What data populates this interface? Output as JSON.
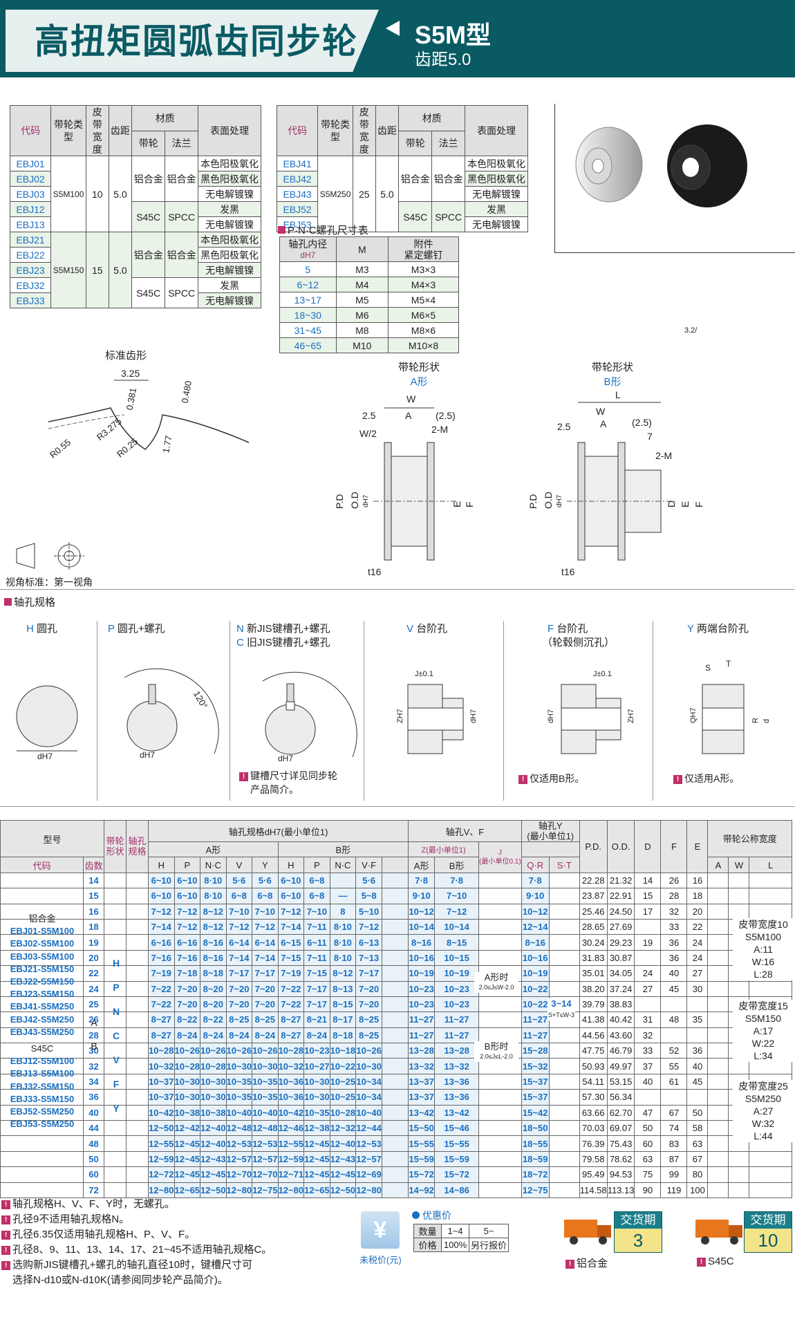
{
  "header": {
    "title": "高扭矩圆弧齿同步轮",
    "model": "S5M型",
    "pitch": "齿距5.0"
  },
  "spec1": {
    "headers": [
      "代码",
      "带轮类型",
      "皮带宽度",
      "齿距",
      "材质",
      "带轮",
      "法兰",
      "表面处理"
    ],
    "rows": [
      {
        "code": "EBJ01",
        "type": "",
        "width": "",
        "pitch": "",
        "mat": "",
        "flange": "",
        "surface": "本色阳极氧化"
      },
      {
        "code": "EBJ02",
        "type": "",
        "width": "",
        "pitch": "",
        "mat": "铝合金",
        "flange": "铝合金",
        "surface": "黑色阳极氧化"
      },
      {
        "code": "EBJ03",
        "type": "S5M100",
        "width": "10",
        "pitch": "5.0",
        "mat": "",
        "flange": "",
        "surface": "无电解镀镍"
      },
      {
        "code": "EBJ12",
        "type": "",
        "width": "",
        "pitch": "",
        "mat": "S45C",
        "flange": "SPCC",
        "surface": "发黑"
      },
      {
        "code": "EBJ13",
        "type": "",
        "width": "",
        "pitch": "",
        "mat": "",
        "flange": "",
        "surface": "无电解镀镍"
      },
      {
        "code": "EBJ21",
        "type": "",
        "width": "",
        "pitch": "",
        "mat": "",
        "flange": "",
        "surface": "本色阳极氧化"
      },
      {
        "code": "EBJ22",
        "type": "",
        "width": "",
        "pitch": "",
        "mat": "铝合金",
        "flange": "铝合金",
        "surface": "黑色阳极氧化"
      },
      {
        "code": "EBJ23",
        "type": "S5M150",
        "width": "15",
        "pitch": "5.0",
        "mat": "",
        "flange": "",
        "surface": "无电解镀镍"
      },
      {
        "code": "EBJ32",
        "type": "",
        "width": "",
        "pitch": "",
        "mat": "S45C",
        "flange": "SPCC",
        "surface": "发黑"
      },
      {
        "code": "EBJ33",
        "type": "",
        "width": "",
        "pitch": "",
        "mat": "",
        "flange": "",
        "surface": "无电解镀镍"
      }
    ]
  },
  "spec2": {
    "rows": [
      {
        "code": "EBJ41",
        "surface": "本色阳极氧化"
      },
      {
        "code": "EBJ42",
        "mat": "铝合金",
        "flange": "铝合金",
        "surface": "黑色阳极氧化"
      },
      {
        "code": "EBJ43",
        "type": "S5M250",
        "width": "25",
        "pitch": "5.0",
        "surface": "无电解镀镍"
      },
      {
        "code": "EBJ52",
        "mat": "S45C",
        "flange": "SPCC",
        "surface": "发黑"
      },
      {
        "code": "EBJ53",
        "surface": "无电解镀镍"
      }
    ]
  },
  "pnc": {
    "title": "P·N·C螺孔尺寸表",
    "headers": [
      "轴孔内径",
      "dH7",
      "M",
      "附件",
      "紧定螺钉"
    ],
    "rows": [
      [
        "5",
        "M3",
        "M3×3"
      ],
      [
        "6~12",
        "M4",
        "M4×3"
      ],
      [
        "13~17",
        "M5",
        "M5×4"
      ],
      [
        "18~30",
        "M6",
        "M6×5"
      ],
      [
        "31~45",
        "M8",
        "M8×6"
      ],
      [
        "46~65",
        "M10",
        "M10×8"
      ]
    ]
  },
  "drawings": {
    "tooth_title": "标准齿形",
    "tooth_dims": [
      "3.25",
      "0.381",
      "0.480",
      "R0.55",
      "R3.275",
      "R0.25",
      "1.77"
    ],
    "a_title1": "带轮形状",
    "a_title2": "A形",
    "b_title1": "带轮形状",
    "b_title2": "B形",
    "view_std": "视角标准：第一视角",
    "roughness": "3.2/",
    "labels": {
      "W": "W",
      "A": "A",
      "L": "L",
      "p25": "(2.5)",
      "v25": "2.5",
      "W2": "W/2",
      "twoM": "2-M",
      "seven": "7",
      "PD": "P.D",
      "OD": "O.D",
      "E": "E",
      "F": "F",
      "D": "D",
      "t16": "t16",
      "dH7": "dH7"
    }
  },
  "bore": {
    "title": "轴孔规格",
    "types": [
      {
        "letter": "H",
        "name": "圆孔"
      },
      {
        "letter": "P",
        "name": "圆孔+螺孔"
      },
      {
        "letter": "N",
        "name": "新JIS键槽孔+螺孔"
      },
      {
        "letter": "C",
        "name": "旧JIS键槽孔+螺孔"
      },
      {
        "letter": "V",
        "name": "台阶孔"
      },
      {
        "letter": "F",
        "name": "台阶孔"
      },
      {
        "letter": "Y",
        "name": "两端台阶孔"
      }
    ],
    "f_sub": "（轮毂侧沉孔）",
    "angle": "120°",
    "note_key1": "键槽尺寸详见同步轮",
    "note_key2": "产品简介。",
    "note_b": "仅适用B形。",
    "note_a": "仅适用A形。",
    "j01": "J±0.1",
    "dims": {
      "d": "dH7",
      "Z": "ZH7",
      "Q": "QH7",
      "S": "S",
      "T": "T",
      "R": "R",
      "dd": "d"
    }
  },
  "big": {
    "h_model": "型号",
    "h_code": "代码",
    "h_teeth": "齿数",
    "h_shape": "带轮形状",
    "h_bore": "轴孔规格",
    "h_spec": "轴孔规格dH7(最小单位1)",
    "h_a": "A形",
    "h_b": "B形",
    "h_vf": "轴孔V、F",
    "h_z": "Z(最小单位1)",
    "h_j": "J",
    "h_j2": "(最小单位0.1)",
    "h_y": "轴孔Y",
    "h_y2": "(最小单位1)",
    "h_qr": "Q·R",
    "h_st": "S·T",
    "h_pd": "P.D.",
    "h_od": "O.D.",
    "h_d": "D",
    "h_f": "F",
    "h_e": "E",
    "h_belt": "带轮公称宽度",
    "sub": [
      "H",
      "P",
      "N·C",
      "V",
      "Y",
      "H",
      "P",
      "N·C",
      "V·F",
      "A形",
      "B形"
    ],
    "awl": [
      "A",
      "W",
      "L"
    ],
    "models_al": [
      "铝合金",
      "EBJ01-S5M100",
      "EBJ02-S5M100",
      "EBJ03-S5M100",
      "EBJ21-S5M150",
      "EBJ22-S5M150",
      "EBJ23-S5M150",
      "EBJ41-S5M250",
      "EBJ42-S5M250",
      "EBJ43-S5M250"
    ],
    "models_s": [
      "S45C",
      "EBJ12-S5M100",
      "EBJ13-S5M100",
      "EBJ32-S5M150",
      "EBJ33-S5M150",
      "EBJ52-S5M250",
      "EBJ53-S5M250"
    ],
    "shape": [
      "A",
      "B"
    ],
    "bores": [
      "H",
      "P",
      "N",
      "C",
      "V",
      "F",
      "Y"
    ],
    "jA": "A形时",
    "jA2": "2.0≤J≤W-2.0",
    "jB": "B形时",
    "jB2": "2.0≤J≤L-2.0",
    "st1": "3~14",
    "st2": "S+T≤W-3",
    "belt": [
      {
        "t": "皮带宽度10",
        "m": "S5M100",
        "a": "A:11",
        "w": "W:16",
        "l": "L:28"
      },
      {
        "t": "皮带宽度15",
        "m": "S5M150",
        "a": "A:17",
        "w": "W:22",
        "l": "L:34"
      },
      {
        "t": "皮带宽度25",
        "m": "S5M250",
        "a": "A:27",
        "w": "W:32",
        "l": "L:44"
      }
    ],
    "rows": [
      [
        "14",
        "6~10",
        "6~10",
        "8·10",
        "5·6",
        "5·6",
        "6~10",
        "6~8",
        "",
        "5·6",
        "7·8",
        "7·8",
        "7·8",
        "22.28",
        "21.32",
        "14",
        "26",
        "16"
      ],
      [
        "15",
        "6~10",
        "6~10",
        "8·10",
        "6~8",
        "6~8",
        "6~10",
        "6~8",
        "—",
        "5~8",
        "9·10",
        "7~10",
        "9·10",
        "23.87",
        "22.91",
        "15",
        "28",
        "18"
      ],
      [
        "16",
        "7~12",
        "7~12",
        "8~12",
        "7~10",
        "7~10",
        "7~12",
        "7~10",
        "8",
        "5~10",
        "10~12",
        "7~12",
        "10~12",
        "25.46",
        "24.50",
        "17",
        "32",
        "20"
      ],
      [
        "18",
        "7~14",
        "7~12",
        "8~12",
        "7~12",
        "7~12",
        "7~14",
        "7~11",
        "8·10",
        "7~12",
        "10~14",
        "10~14",
        "12~14",
        "28.65",
        "27.69",
        "",
        "33",
        "22"
      ],
      [
        "19",
        "6~16",
        "6~16",
        "8~16",
        "6~14",
        "6~14",
        "6~15",
        "6~11",
        "8·10",
        "6~13",
        "8~16",
        "8~15",
        "8~16",
        "30.24",
        "29.23",
        "19",
        "36",
        "24"
      ],
      [
        "20",
        "7~16",
        "7~16",
        "8~16",
        "7~14",
        "7~14",
        "7~15",
        "7~11",
        "8·10",
        "7~13",
        "10~16",
        "10~15",
        "10~16",
        "31.83",
        "30.87",
        "",
        "36",
        "24"
      ],
      [
        "22",
        "7~19",
        "7~18",
        "8~18",
        "7~17",
        "7~17",
        "7~19",
        "7~15",
        "8~12",
        "7~17",
        "10~19",
        "10~19",
        "10~19",
        "35.01",
        "34.05",
        "24",
        "40",
        "27"
      ],
      [
        "24",
        "7~22",
        "7~20",
        "8~20",
        "7~20",
        "7~20",
        "7~22",
        "7~17",
        "8~13",
        "7~20",
        "10~23",
        "10~23",
        "10~22",
        "38.20",
        "37.24",
        "27",
        "45",
        "30"
      ],
      [
        "25",
        "7~22",
        "7~20",
        "8~20",
        "7~20",
        "7~20",
        "7~22",
        "7~17",
        "8~15",
        "7~20",
        "10~23",
        "10~23",
        "10~22",
        "39.79",
        "38.83",
        "",
        "",
        ""
      ],
      [
        "26",
        "8~27",
        "8~22",
        "8~22",
        "8~25",
        "8~25",
        "8~27",
        "8~21",
        "8~17",
        "8~25",
        "11~27",
        "11~27",
        "11~27",
        "41.38",
        "40.42",
        "31",
        "48",
        "35"
      ],
      [
        "28",
        "8~27",
        "8~24",
        "8~24",
        "8~24",
        "8~24",
        "8~27",
        "8~24",
        "8~18",
        "8~25",
        "11~27",
        "11~27",
        "11~27",
        "44.56",
        "43.60",
        "32",
        "",
        ""
      ],
      [
        "30",
        "10~28",
        "10~26",
        "10~26",
        "10~26",
        "10~26",
        "10~28",
        "10~23",
        "10~18",
        "10~26",
        "13~28",
        "13~28",
        "15~28",
        "47.75",
        "46.79",
        "33",
        "52",
        "36"
      ],
      [
        "32",
        "10~32",
        "10~28",
        "10~28",
        "10~30",
        "10~30",
        "10~32",
        "10~27",
        "10~22",
        "10~30",
        "13~32",
        "13~32",
        "15~32",
        "50.93",
        "49.97",
        "37",
        "55",
        "40"
      ],
      [
        "34",
        "10~37",
        "10~30",
        "10~30",
        "10~35",
        "10~35",
        "10~36",
        "10~30",
        "10~25",
        "10~34",
        "13~37",
        "13~36",
        "15~37",
        "54.11",
        "53.15",
        "40",
        "61",
        "45"
      ],
      [
        "36",
        "10~37",
        "10~30",
        "10~30",
        "10~35",
        "10~35",
        "10~36",
        "10~30",
        "10~25",
        "10~34",
        "13~37",
        "13~36",
        "15~37",
        "57.30",
        "56.34",
        "",
        "",
        ""
      ],
      [
        "40",
        "10~42",
        "10~38",
        "10~38",
        "10~40",
        "10~40",
        "10~42",
        "10~35",
        "10~28",
        "10~40",
        "13~42",
        "13~42",
        "15~42",
        "63.66",
        "62.70",
        "47",
        "67",
        "50"
      ],
      [
        "44",
        "12~50",
        "12~42",
        "12~40",
        "12~48",
        "12~48",
        "12~46",
        "12~38",
        "12~32",
        "12~44",
        "15~50",
        "15~46",
        "18~50",
        "70.03",
        "69.07",
        "50",
        "74",
        "58"
      ],
      [
        "48",
        "12~55",
        "12~45",
        "12~40",
        "12~53",
        "12~53",
        "12~55",
        "12~45",
        "12~40",
        "12~53",
        "15~55",
        "15~55",
        "18~55",
        "76.39",
        "75.43",
        "60",
        "83",
        "63"
      ],
      [
        "50",
        "12~59",
        "12~45",
        "12~43",
        "12~57",
        "12~57",
        "12~59",
        "12~45",
        "12~43",
        "12~57",
        "15~59",
        "15~59",
        "18~59",
        "79.58",
        "78.62",
        "63",
        "87",
        "67"
      ],
      [
        "60",
        "12~72",
        "12~45",
        "12~45",
        "12~70",
        "12~70",
        "12~71",
        "12~45",
        "12~45",
        "12~69",
        "15~72",
        "15~72",
        "18~72",
        "95.49",
        "94.53",
        "75",
        "99",
        "80"
      ],
      [
        "72",
        "12~80",
        "12~65",
        "12~50",
        "12~80",
        "12~75",
        "12~80",
        "12~65",
        "12~50",
        "12~80",
        "14~92",
        "14~86",
        "12~75",
        "114.58",
        "113.13",
        "90",
        "119",
        "100"
      ]
    ]
  },
  "footer": {
    "notes": [
      "轴孔规格H、V、F、Y时，无螺孔。",
      "孔径9不适用轴孔规格N。",
      "孔径6.35仅适用轴孔规格H、P、V、F。",
      "孔径8、9、11、13、14、17、21~45不适用轴孔规格C。",
      "选购新JIS键槽孔+螺孔的轴孔直径10时，键槽尺寸可",
      "选择N-d10或N-d10K(请参阅同步轮产品简介)。"
    ],
    "price_label": "未税价(元)",
    "discount": "优惠价",
    "qty": "数量",
    "qty1": "1~4",
    "qty2": "5~",
    "price": "价格",
    "p1": "100%",
    "p2": "另行报价",
    "deliv_title": "交货期",
    "deliv_al": "3",
    "deliv_s": "10",
    "al_label": "铝合金",
    "s_label": "S45C",
    "yen": "¥"
  }
}
